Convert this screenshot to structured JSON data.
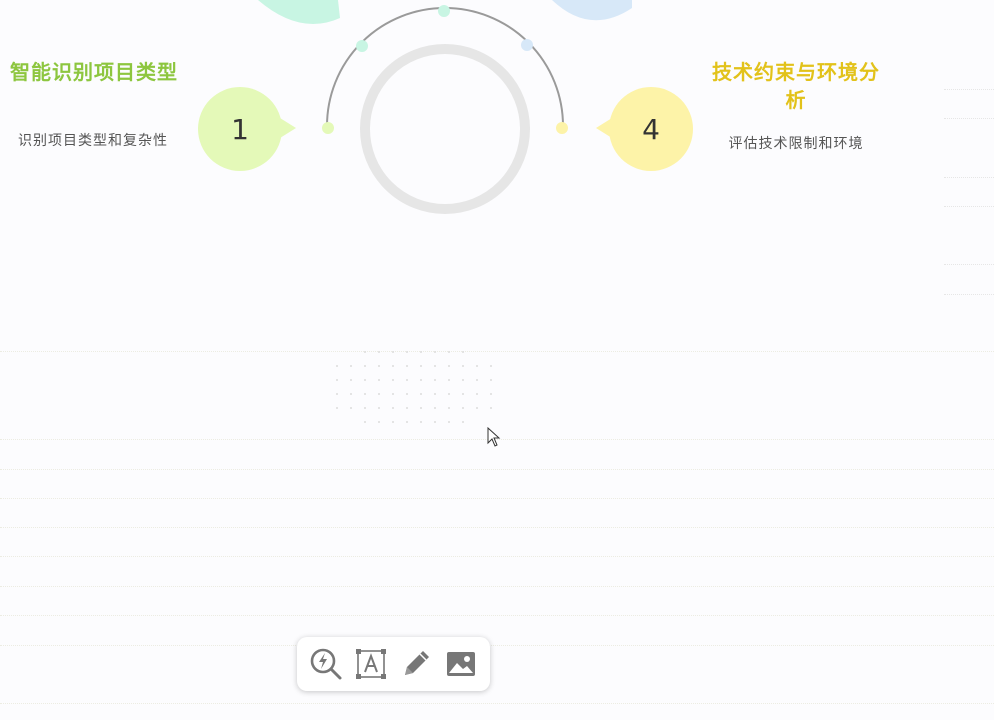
{
  "steps": [
    {
      "number": "1",
      "title": "智能识别项目类型",
      "description": "识别项目类型和复杂性",
      "color": "#8dc63f",
      "bubble_color": "#e4f9b8"
    },
    {
      "number": "4",
      "title": "技术约束与环境分析",
      "description": "评估技术限制和环境",
      "color": "#e2c21a",
      "bubble_color": "#fdf3a8"
    }
  ],
  "arc_colors": {
    "arc": "#9a9a9a",
    "ring": "#e6e6e6",
    "top_left_bubble": "#c8f5e3",
    "top_right_bubble": "#d7e8f8"
  },
  "toolbar": {
    "tools": [
      {
        "name": "smart-search",
        "icon": "lightning-search-icon"
      },
      {
        "name": "text",
        "icon": "text-box-icon"
      },
      {
        "name": "pen",
        "icon": "pen-icon"
      },
      {
        "name": "image",
        "icon": "image-icon"
      }
    ]
  }
}
